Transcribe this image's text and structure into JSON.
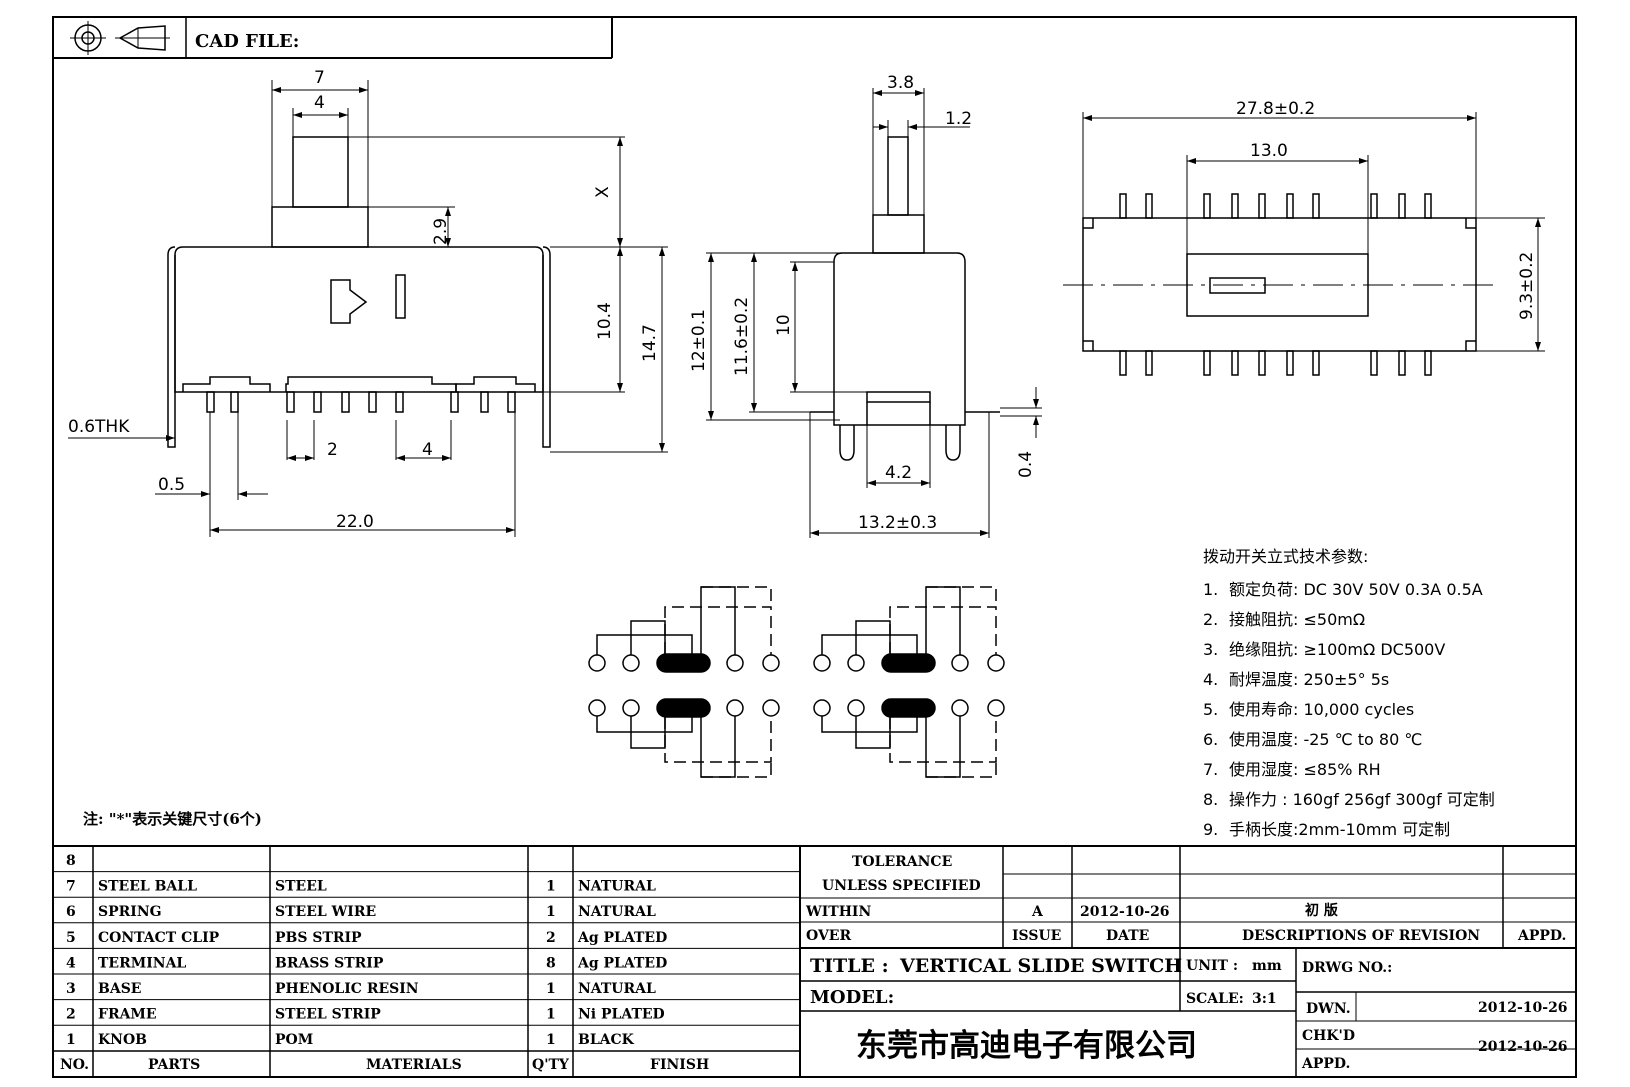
{
  "header": {
    "cad_file_label": "CAD FILE:"
  },
  "front_view": {
    "dims": {
      "knob_width": "7",
      "knob_inner": "4",
      "stroke": "X",
      "knob_height": "2.9",
      "body_height": "10.4",
      "total_height": "14.7",
      "thickness": "0.6THK",
      "pin_pitch": "2",
      "pin_gap": "4",
      "pin_width": "0.5",
      "overall_length": "22.0"
    }
  },
  "side_view": {
    "dims": {
      "knob_width": "3.8",
      "knob_slot": "1.2",
      "height_a": "12±0.1",
      "height_b": "11.6±0.2",
      "height_c": "10",
      "leg_gap": "4.2",
      "pcb_thk": "0.4",
      "width": "13.2±0.3"
    }
  },
  "top_view": {
    "dims": {
      "length": "27.8±0.2",
      "slot": "13.0",
      "width": "9.3±0.2"
    }
  },
  "specs": {
    "title": "拨动开关立式技术参数:",
    "items": [
      {
        "n": "1.",
        "text": "额定负荷: DC 30V    50V    0.3A    0.5A"
      },
      {
        "n": "2.",
        "text": "接触阻抗: ≤50mΩ"
      },
      {
        "n": "3.",
        "text": "绝缘阻抗: ≥100mΩ   DC500V"
      },
      {
        "n": "4.",
        "text": "耐焊温度: 250±5°  5s"
      },
      {
        "n": "5.",
        "text": "使用寿命: 10,000 cycles"
      },
      {
        "n": "6.",
        "text": "使用温度: -25  ℃  to 80  ℃"
      },
      {
        "n": "7.",
        "text": "使用湿度: ≤85% RH"
      },
      {
        "n": "8.",
        "text": "操作力 : 160gf    256gf    300gf  可定制"
      },
      {
        "n": "9.",
        "text": "手柄长度:2mm-10mm   可定制"
      }
    ]
  },
  "note": "注: \"*\"表示关键尺寸(6个)",
  "bom": {
    "rows": [
      {
        "no": "8",
        "part": "",
        "material": "",
        "qty": "",
        "finish": ""
      },
      {
        "no": "7",
        "part": "STEEL BALL",
        "material": "STEEL",
        "qty": "1",
        "finish": "NATURAL"
      },
      {
        "no": "6",
        "part": "SPRING",
        "material": "STEEL WIRE",
        "qty": "1",
        "finish": "NATURAL"
      },
      {
        "no": "5",
        "part": "CONTACT CLIP",
        "material": "PBS STRIP",
        "qty": "2",
        "finish": "Ag PLATED"
      },
      {
        "no": "4",
        "part": "TERMINAL",
        "material": "BRASS STRIP",
        "qty": "8",
        "finish": "Ag PLATED"
      },
      {
        "no": "3",
        "part": "BASE",
        "material": "PHENOLIC RESIN",
        "qty": "1",
        "finish": "NATURAL"
      },
      {
        "no": "2",
        "part": "FRAME",
        "material": "STEEL STRIP",
        "qty": "1",
        "finish": "Ni PLATED"
      },
      {
        "no": "1",
        "part": "KNOB",
        "material": "POM",
        "qty": "1",
        "finish": "BLACK"
      }
    ],
    "headers": {
      "no": "NO.",
      "parts": "PARTS",
      "materials": "MATERIALS",
      "qty": "Q'TY",
      "finish": "FINISH"
    }
  },
  "title_block": {
    "tolerance": "TOLERANCE",
    "unless": "UNLESS   SPECIFIED",
    "within": "WITHIN",
    "over": "OVER",
    "rev_issue": "A",
    "rev_date": "2012-10-26",
    "rev_desc": "初   版",
    "issue_h": "ISSUE",
    "date_h": "DATE",
    "desc_h": "DESCRIPTIONS  OF  REVISION",
    "appd_h": "APPD.",
    "title_label": "TITLE :",
    "title_value": "VERTICAL  SLIDE  SWITCH",
    "unit_label": "UNIT :",
    "unit_value": "mm",
    "drwg_no": "DRWG NO.:",
    "model_label": "MODEL:",
    "scale_label": "SCALE:",
    "scale_value": "3:1",
    "dwn": "DWN.",
    "dwn_date": "2012-10-26",
    "chkd": "CHK'D",
    "chkd_date": "2012-10-26",
    "appd": "APPD.",
    "company": "东莞市高迪电子有限公司"
  }
}
